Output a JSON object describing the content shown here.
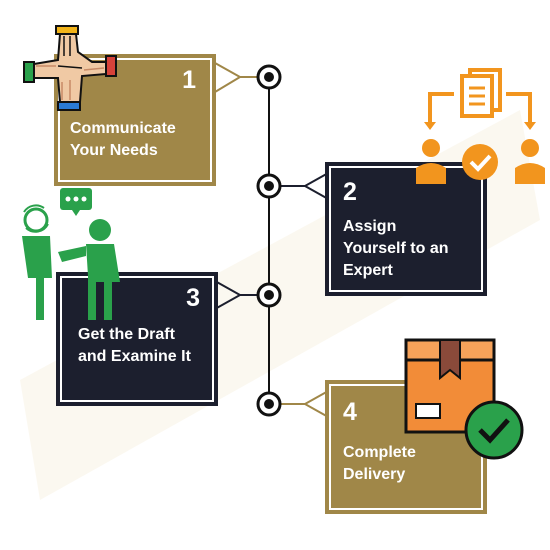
{
  "steps": [
    {
      "number": "1",
      "text": "Communicate Your Needs",
      "icon": "hands-together-icon"
    },
    {
      "number": "2",
      "text": "Assign Yourself to an Expert",
      "icon": "document-assign-icon"
    },
    {
      "number": "3",
      "text": "Get the Draft and Examine It",
      "icon": "people-discussion-icon"
    },
    {
      "number": "4",
      "text": "Complete Delivery",
      "icon": "package-check-icon"
    }
  ],
  "colors": {
    "gold": "#a08748",
    "navy": "#1c1f2e",
    "line": "#111111",
    "orange": "#f2951e",
    "green": "#2aa14b",
    "box": "#f28c38"
  }
}
